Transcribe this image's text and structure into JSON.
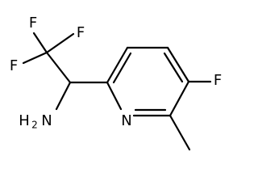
{
  "molecule": {
    "atoms": {
      "f_top": "F",
      "f_upper_left": "F",
      "f_left": "F",
      "f_ring": "F",
      "n_ring": "N",
      "amine_h": "H",
      "amine_h_count": "2",
      "amine_n": "N"
    }
  }
}
